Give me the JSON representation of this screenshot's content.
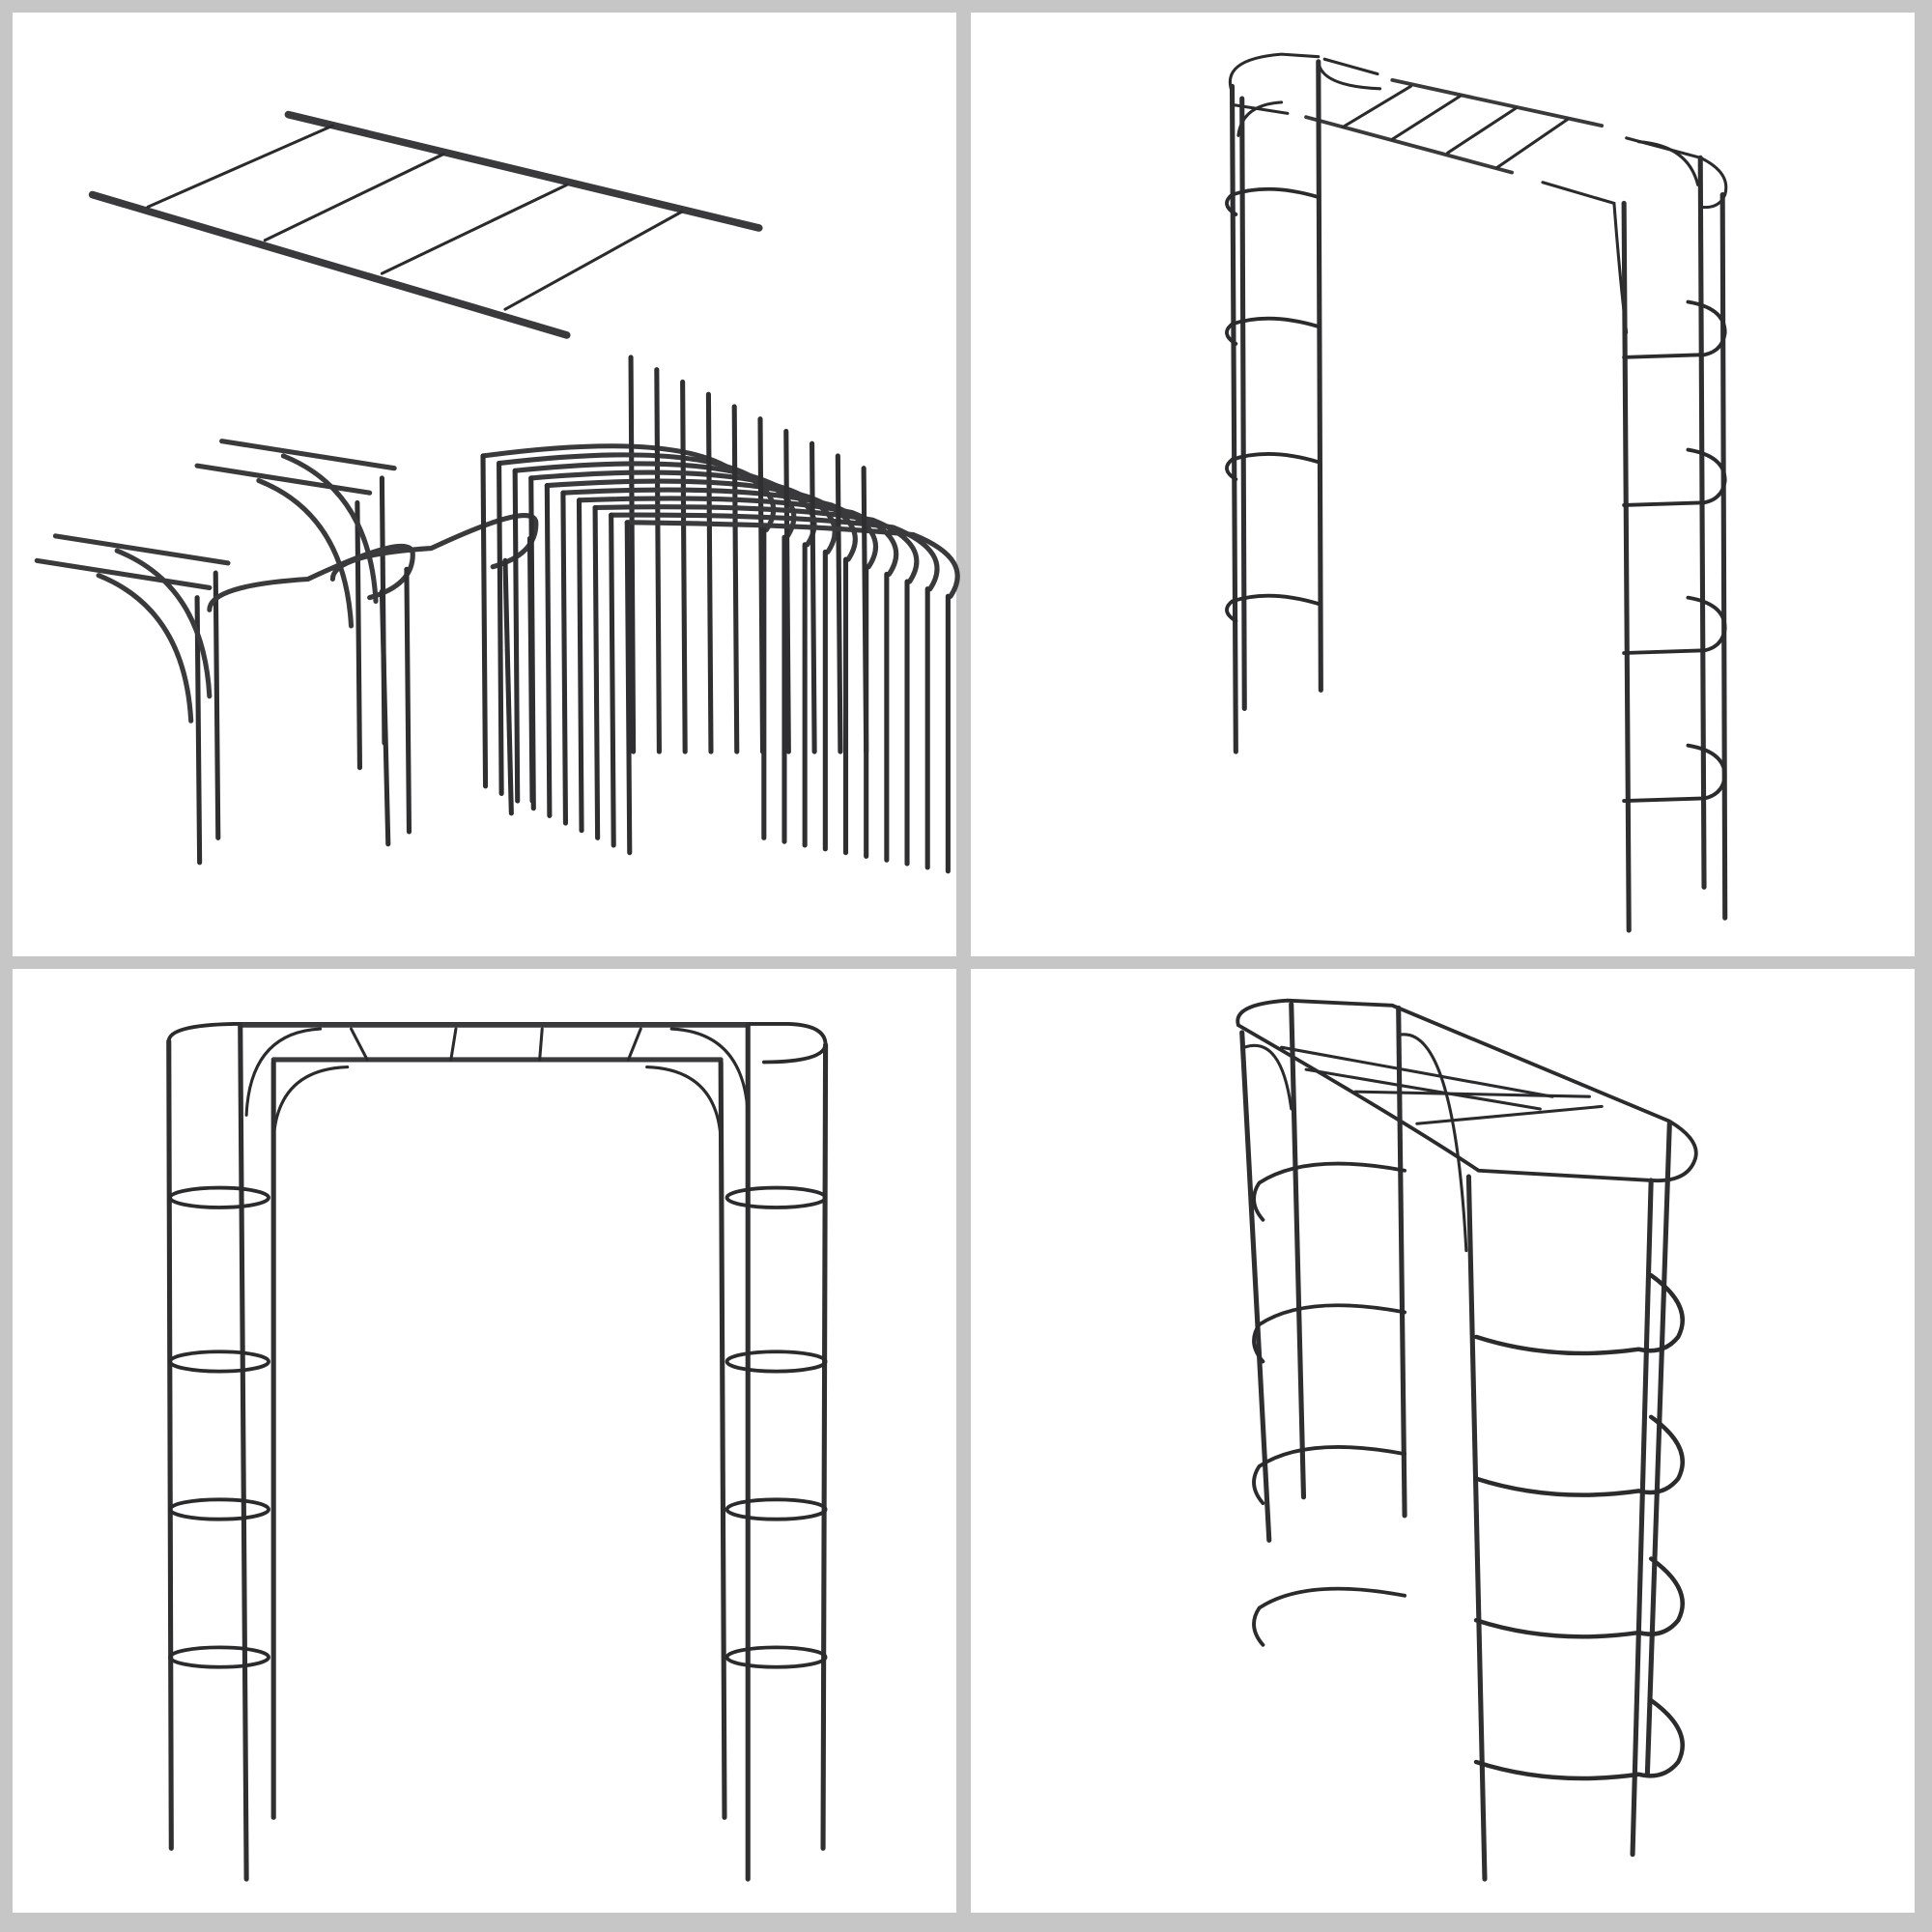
{
  "background_color": "#c6c6c6",
  "panel_color": "#ffffff",
  "frame_color": "#2b2b2d",
  "panels": [
    {
      "view": "parts-layout"
    },
    {
      "view": "exploded-assembly"
    },
    {
      "view": "front"
    },
    {
      "view": "angled"
    }
  ]
}
